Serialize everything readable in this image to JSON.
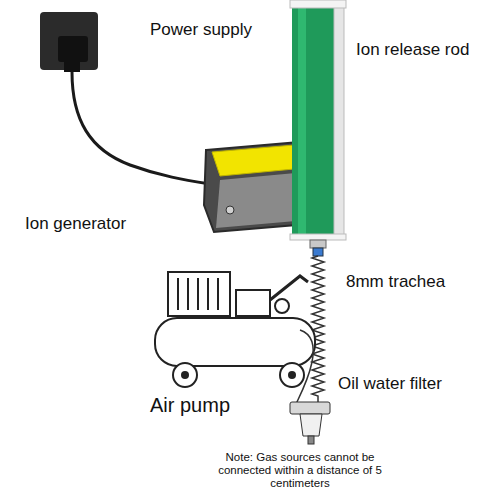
{
  "diagram": {
    "labels": [
      "Power supply",
      "Ion release rod",
      "Ion generator",
      "8mm trachea",
      "Air pump",
      "Oil water filter",
      "Note: Gas sources cannot be connected within a distance of 5 centimeters"
    ]
  }
}
